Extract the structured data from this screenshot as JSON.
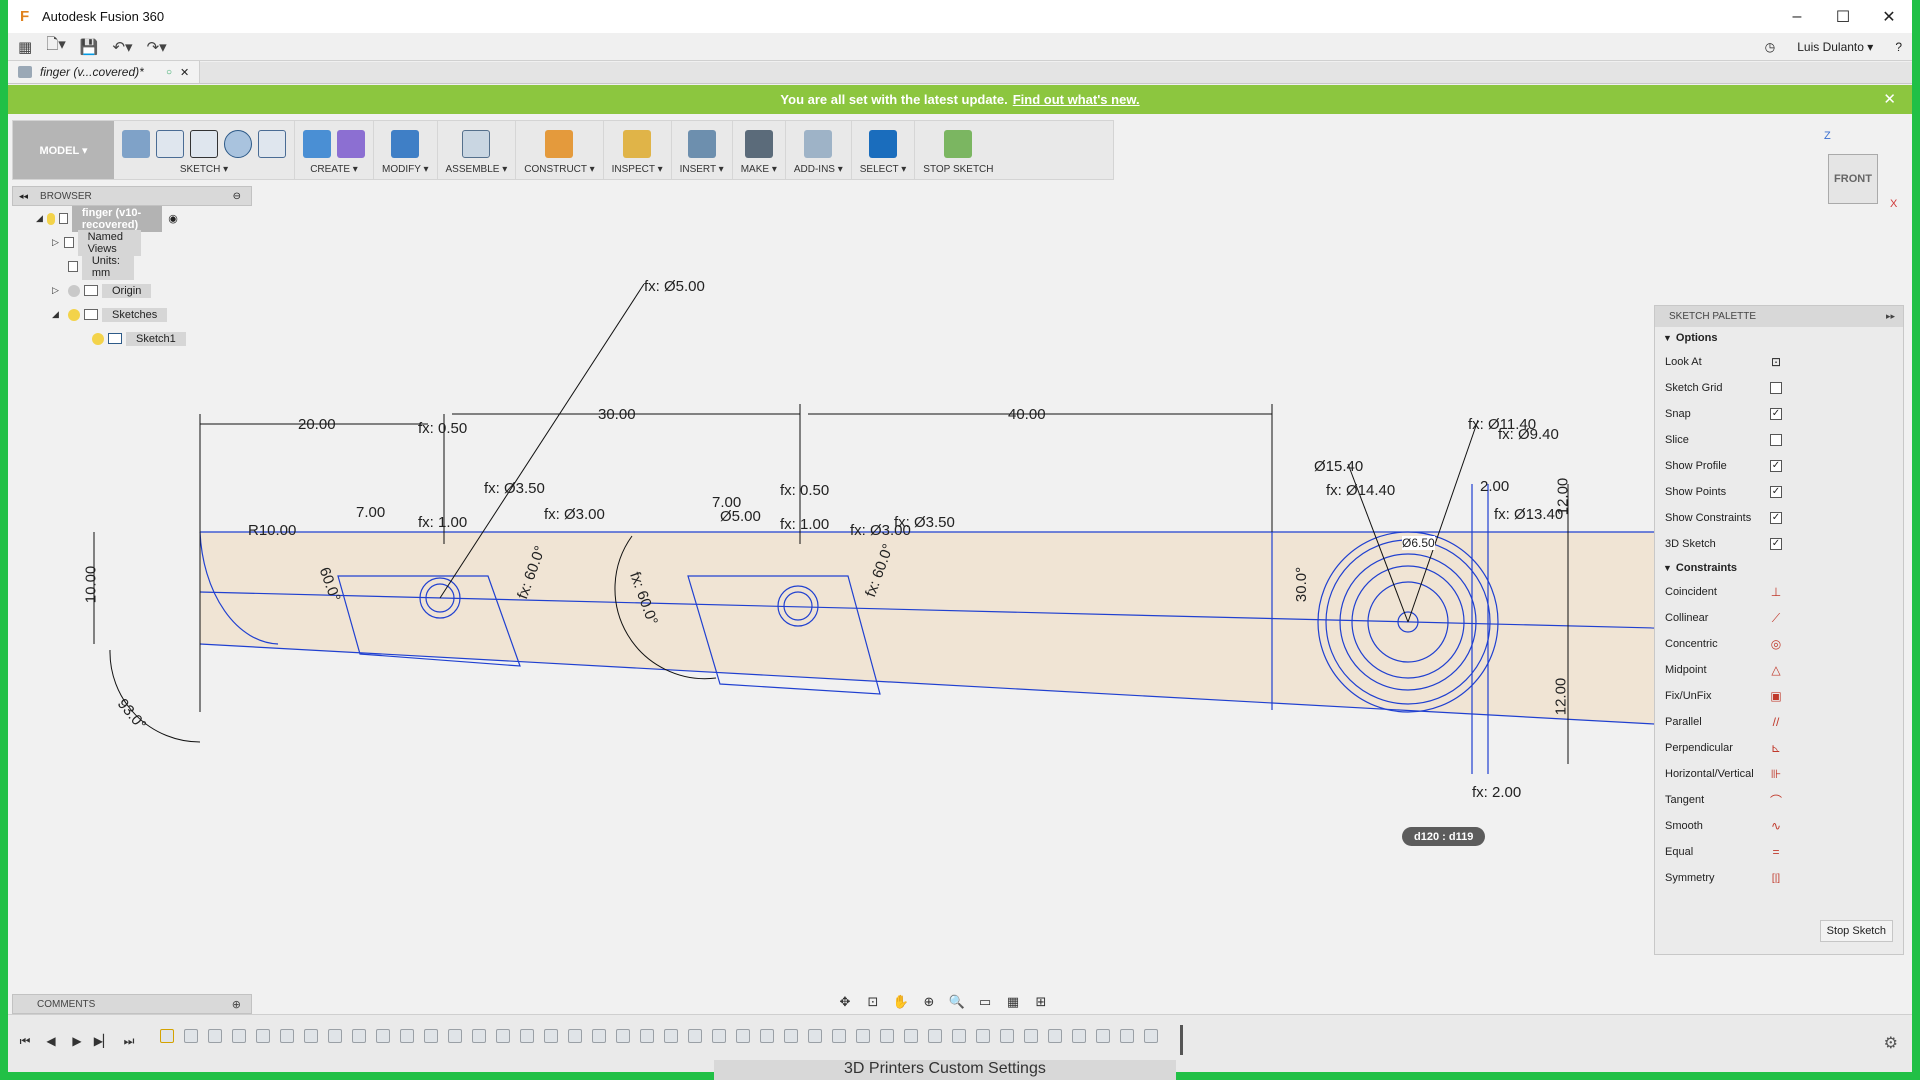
{
  "window": {
    "title": "Autodesk Fusion 360",
    "minimize": "–",
    "maximize": "☐",
    "close": "✕"
  },
  "quickbar": {
    "user": "Luis Dulanto ▾",
    "help": "?"
  },
  "tabs": [
    {
      "label": "finger (v...covered)*"
    }
  ],
  "notification": {
    "message": "You are all set with the latest update.",
    "link": "Find out what's new.",
    "close": "✕"
  },
  "ribbon": {
    "workspace": "MODEL ▾",
    "groups": [
      {
        "label": "SKETCH ▾",
        "icons": [
          "sketch-create-icon",
          "line-icon",
          "dimension-icon",
          "circle-icon",
          "arc-icon"
        ]
      },
      {
        "label": "CREATE ▾",
        "icons": [
          "extrude-icon",
          "form-icon"
        ]
      },
      {
        "label": "MODIFY ▾",
        "icons": [
          "press-pull-icon"
        ]
      },
      {
        "label": "ASSEMBLE ▾",
        "icons": [
          "new-component-icon"
        ]
      },
      {
        "label": "CONSTRUCT ▾",
        "icons": [
          "plane-icon"
        ]
      },
      {
        "label": "INSPECT ▾",
        "icons": [
          "measure-icon"
        ]
      },
      {
        "label": "INSERT ▾",
        "icons": [
          "insert-image-icon"
        ]
      },
      {
        "label": "MAKE ▾",
        "icons": [
          "3d-print-icon"
        ]
      },
      {
        "label": "ADD-INS ▾",
        "icons": [
          "scripts-icon"
        ]
      },
      {
        "label": "SELECT ▾",
        "icons": [
          "select-icon"
        ]
      },
      {
        "label": "STOP SKETCH",
        "icons": [
          "stop-sketch-icon"
        ]
      }
    ]
  },
  "browser": {
    "title": "BROWSER",
    "nodes": [
      {
        "label": "finger (v10-recovered)",
        "level": 0,
        "root": true
      },
      {
        "label": "Named Views",
        "level": 1
      },
      {
        "label": "Units: mm",
        "level": 1
      },
      {
        "label": "Origin",
        "level": 1
      },
      {
        "label": "Sketches",
        "level": 1
      },
      {
        "label": "Sketch1",
        "level": 2
      }
    ]
  },
  "viewcube": {
    "face": "FRONT",
    "axis_z": "Z",
    "axis_x": "X"
  },
  "palette": {
    "title": "SKETCH PALETTE",
    "options_title": "Options",
    "options": [
      {
        "label": "Look At",
        "checked": null
      },
      {
        "label": "Sketch Grid",
        "checked": false
      },
      {
        "label": "Snap",
        "checked": true
      },
      {
        "label": "Slice",
        "checked": false
      },
      {
        "label": "Show Profile",
        "checked": true
      },
      {
        "label": "Show Points",
        "checked": true
      },
      {
        "label": "Show Constraints",
        "checked": true
      },
      {
        "label": "3D Sketch",
        "checked": true
      }
    ],
    "constraints_title": "Constraints",
    "constraints": [
      {
        "label": "Coincident",
        "icon": "coincident-icon",
        "glyph": "⊥"
      },
      {
        "label": "Collinear",
        "icon": "collinear-icon",
        "glyph": "⟋"
      },
      {
        "label": "Concentric",
        "icon": "concentric-icon",
        "glyph": "◎"
      },
      {
        "label": "Midpoint",
        "icon": "midpoint-icon",
        "glyph": "△"
      },
      {
        "label": "Fix/UnFix",
        "icon": "lock-icon",
        "glyph": "🔒"
      },
      {
        "label": "Parallel",
        "icon": "parallel-icon",
        "glyph": "//"
      },
      {
        "label": "Perpendicular",
        "icon": "perpendicular-icon",
        "glyph": "⊾"
      },
      {
        "label": "Horizontal/Vertical",
        "icon": "horizontal-vertical-icon",
        "glyph": "⊪"
      },
      {
        "label": "Tangent",
        "icon": "tangent-icon",
        "glyph": "⌒"
      },
      {
        "label": "Smooth",
        "icon": "smooth-icon",
        "glyph": "∿"
      },
      {
        "label": "Equal",
        "icon": "equal-icon",
        "glyph": "="
      },
      {
        "label": "Symmetry",
        "icon": "symmetry-icon",
        "glyph": "[|]"
      }
    ],
    "stop_button": "Stop Sketch"
  },
  "comments": {
    "title": "COMMENTS"
  },
  "tooltip": "d120 : d119",
  "sketch": {
    "dimensions": [
      "fx: Ø5.00",
      "20.00",
      "fx: 0.50",
      "30.00",
      "40.00",
      "7.00",
      "fx: Ø3.50",
      "fx: Ø3.00",
      "R10.00",
      "fx: 1.00",
      "10.00",
      "60.0°",
      "fx: 60.0°",
      "93.0°",
      "fx: 60.0°",
      "7.00",
      "Ø5.00",
      "fx: 0.50",
      "fx: 1.00",
      "fx: Ø3.00",
      "fx: Ø3.50",
      "fx: 60.0°",
      "Ø15.40",
      "fx: Ø14.40",
      "fx: Ø11.40",
      "fx: Ø9.40",
      "fx: Ø13.40",
      "2.00",
      "12.00",
      "30.0°",
      "12.00",
      "fx: 2.00",
      "Ø6.50"
    ]
  },
  "background_text": "3D Printers Custom Settings",
  "colors": {
    "accent_green": "#21c046",
    "notify_green": "#8cc63f",
    "sketch_blue": "#2040d0",
    "profile_fill": "#f0e4d4"
  }
}
